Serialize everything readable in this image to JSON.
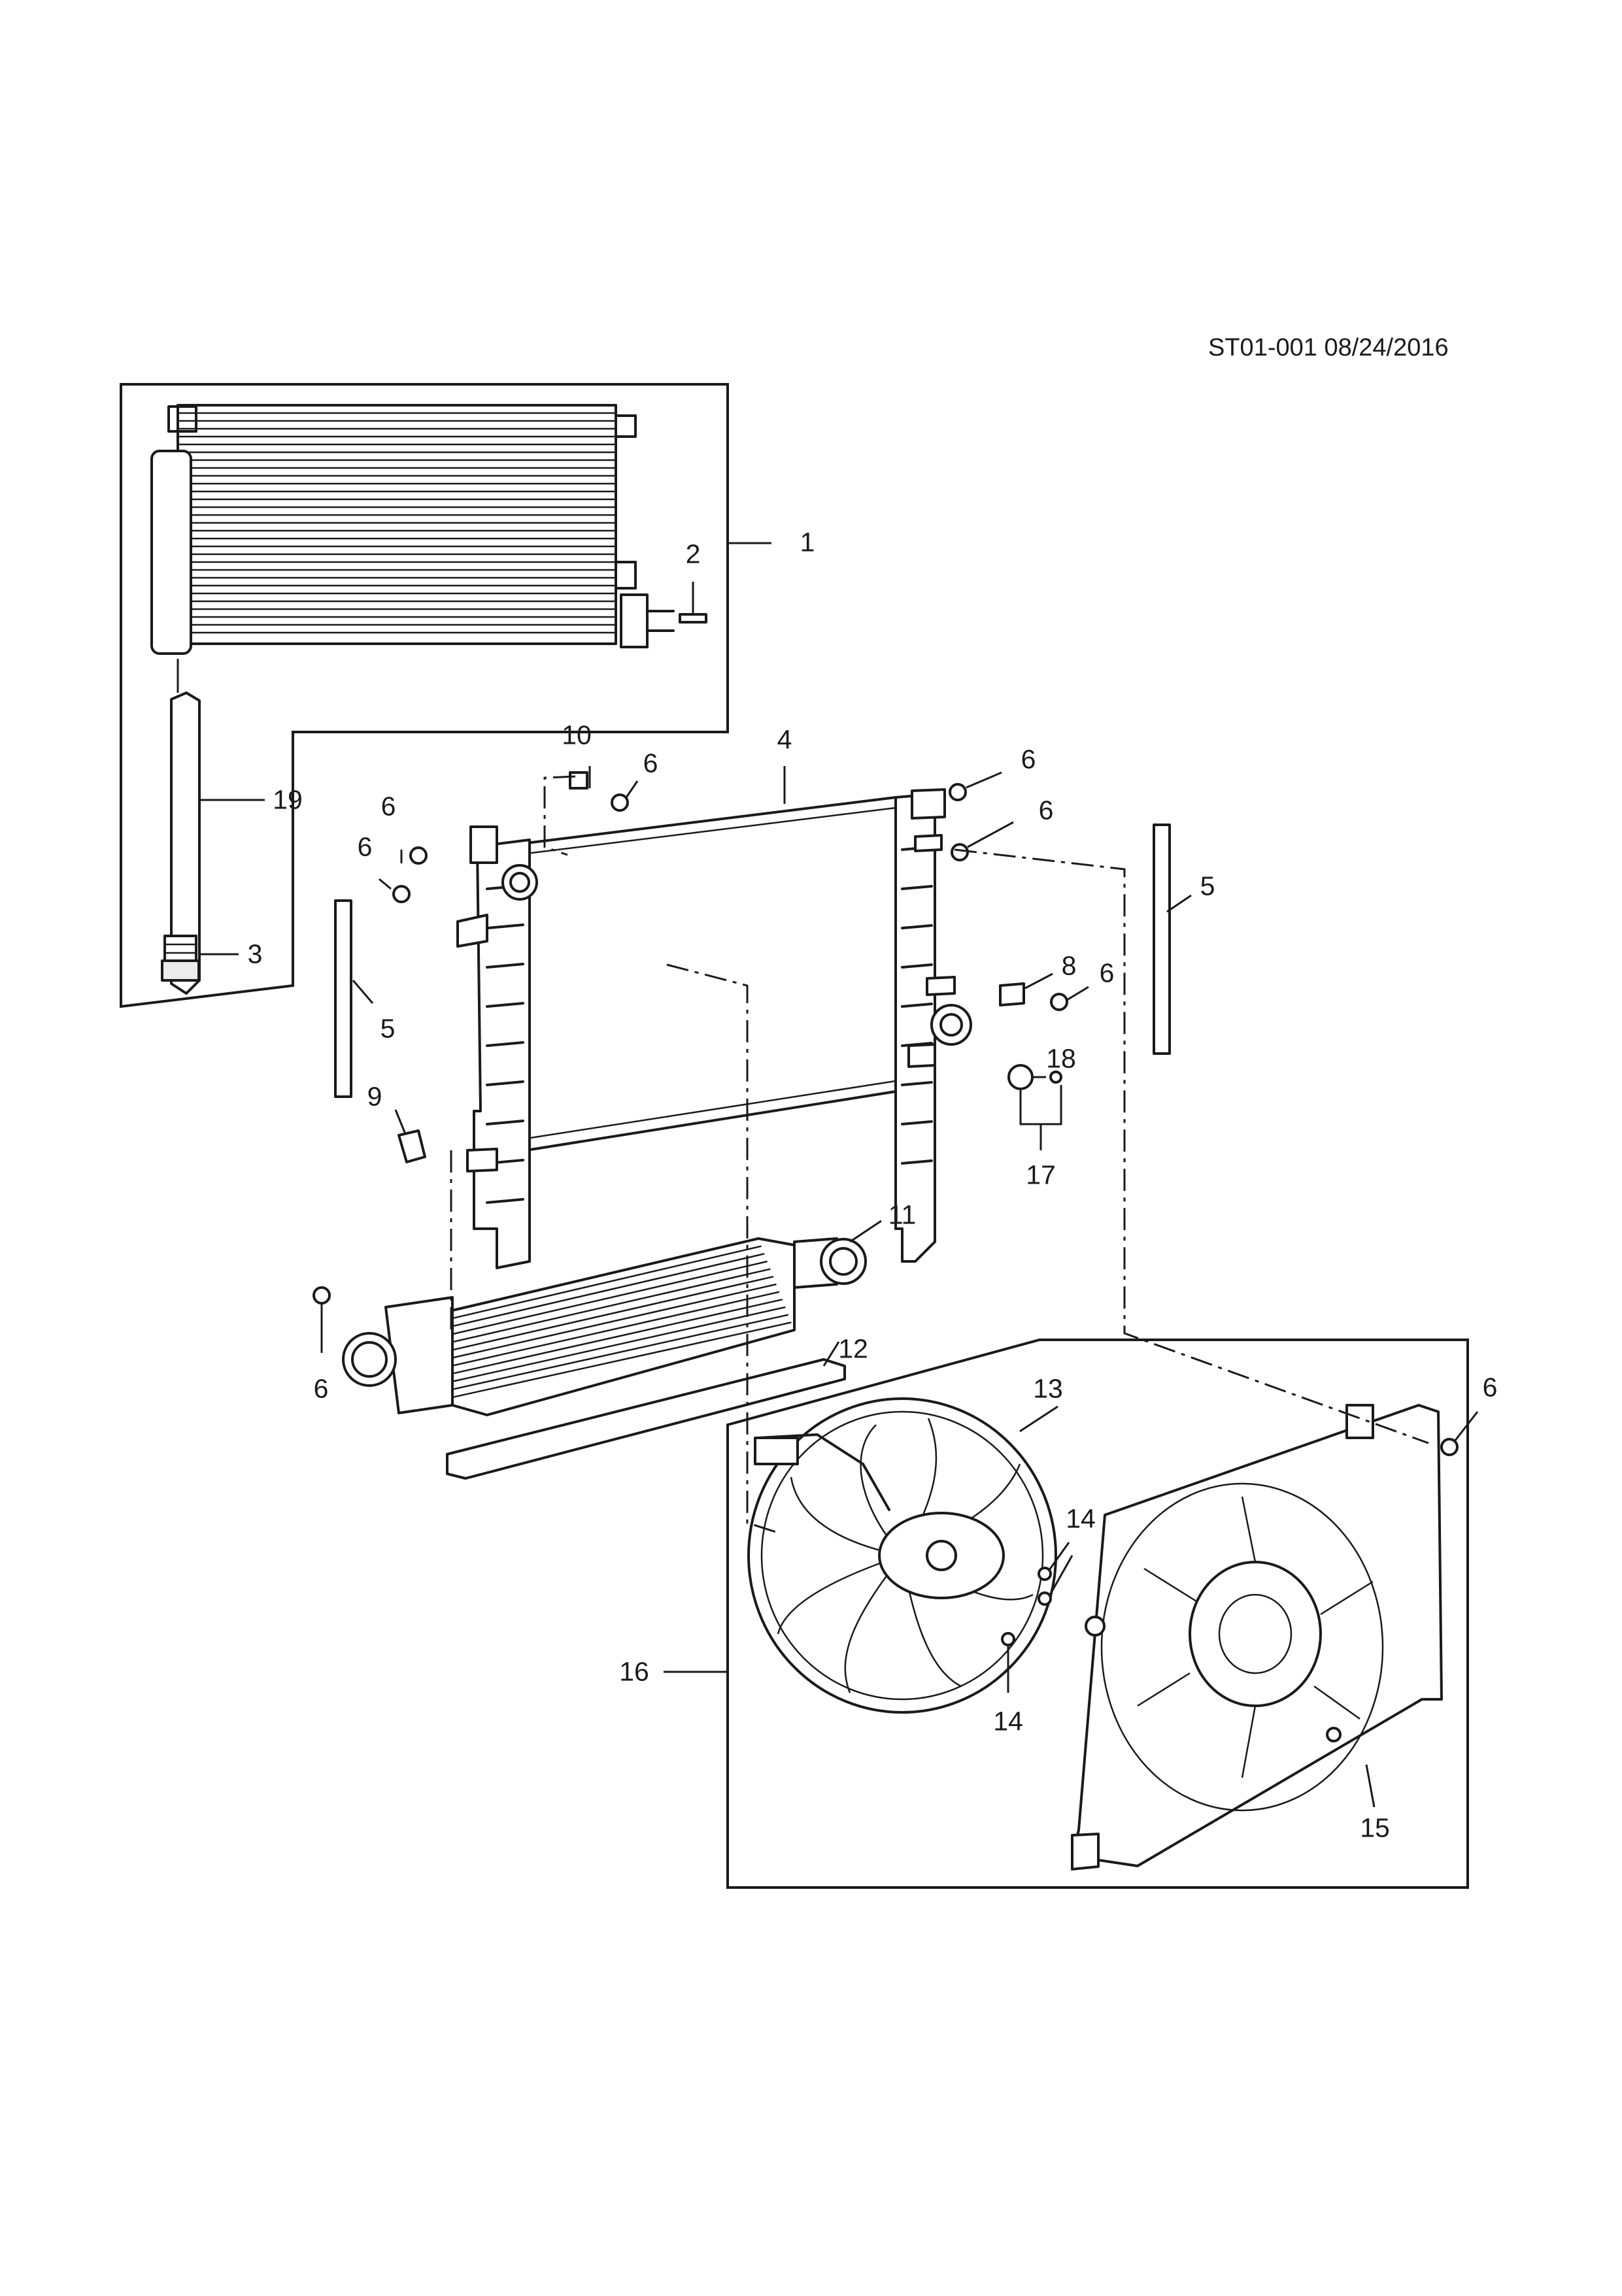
{
  "drawing_code": "ST01-001 08/24/2016",
  "callouts": [
    {
      "id": "c1",
      "label": "1"
    },
    {
      "id": "c2",
      "label": "2"
    },
    {
      "id": "c3",
      "label": "3"
    },
    {
      "id": "c4",
      "label": "4"
    },
    {
      "id": "c5a",
      "label": "5"
    },
    {
      "id": "c5b",
      "label": "5"
    },
    {
      "id": "c6a",
      "label": "6"
    },
    {
      "id": "c6b",
      "label": "6"
    },
    {
      "id": "c6c",
      "label": "6"
    },
    {
      "id": "c6d",
      "label": "6"
    },
    {
      "id": "c6e",
      "label": "6"
    },
    {
      "id": "c6f",
      "label": "6"
    },
    {
      "id": "c6g",
      "label": "6"
    },
    {
      "id": "c6h",
      "label": "6"
    },
    {
      "id": "c8",
      "label": "8"
    },
    {
      "id": "c9",
      "label": "9"
    },
    {
      "id": "c10",
      "label": "10"
    },
    {
      "id": "c11",
      "label": "11"
    },
    {
      "id": "c12",
      "label": "12"
    },
    {
      "id": "c13",
      "label": "13"
    },
    {
      "id": "c14a",
      "label": "14"
    },
    {
      "id": "c14b",
      "label": "14"
    },
    {
      "id": "c15",
      "label": "15"
    },
    {
      "id": "c16",
      "label": "16"
    },
    {
      "id": "c17",
      "label": "17"
    },
    {
      "id": "c18",
      "label": "18"
    },
    {
      "id": "c19",
      "label": "19"
    }
  ]
}
